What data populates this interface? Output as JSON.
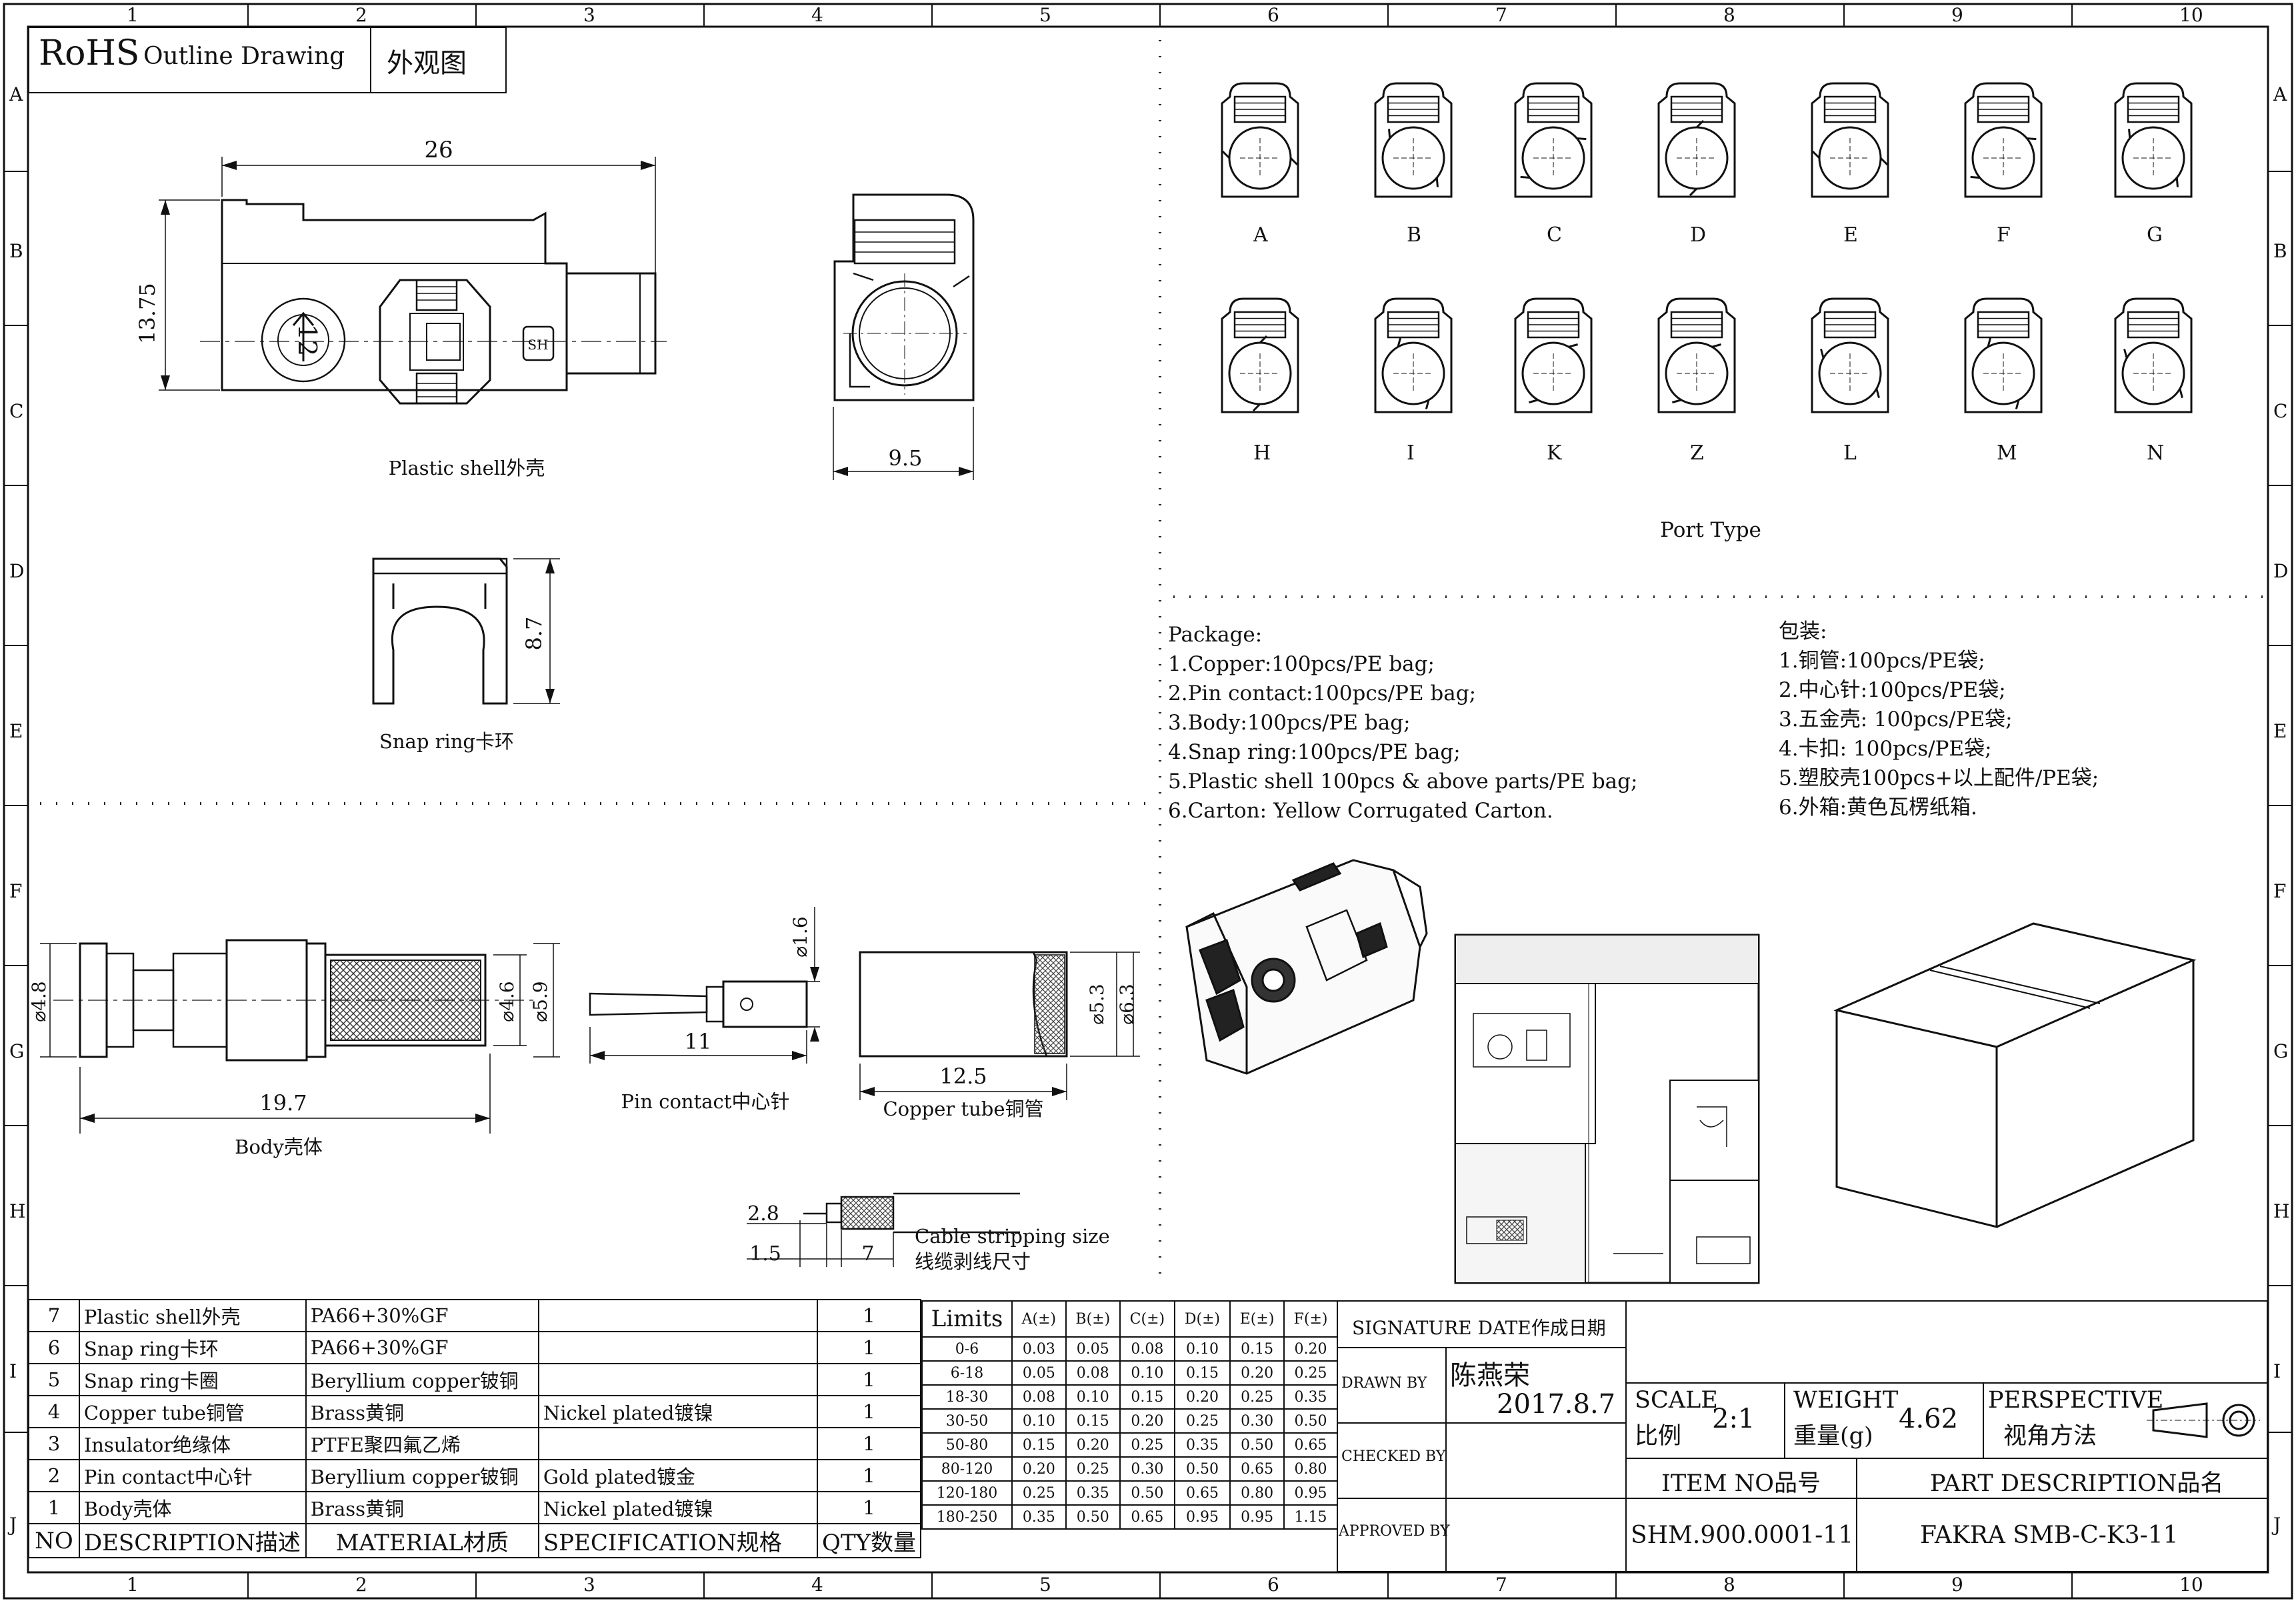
{
  "title_block": {
    "rohs": "RoHS",
    "outline": "Outline Drawing",
    "outline_cn": "外观图"
  },
  "grid": {
    "columns": [
      "1",
      "2",
      "3",
      "4",
      "5",
      "6",
      "7",
      "8",
      "9",
      "10"
    ],
    "rows": [
      "A",
      "B",
      "C",
      "D",
      "E",
      "F",
      "G",
      "H",
      "I",
      "J"
    ]
  },
  "views": {
    "plastic_shell_label": "Plastic shell外壳",
    "dim_26": "26",
    "dim_13_75": "13.75",
    "dim_9_5": "9.5",
    "snap_ring_label": "Snap ring卡环",
    "dim_8_7": "8.7",
    "body_label": "Body壳体",
    "dim_19_7": "19.7",
    "dim_4_8": "⌀4.8",
    "dim_4_6": "⌀4.6",
    "dim_5_9": "⌀5.9",
    "pin_label": "Pin contact中心针",
    "dim_11": "11",
    "dim_1_6": "⌀1.6",
    "tube_label": "Copper tube铜管",
    "dim_12_5": "12.5",
    "dim_5_3": "⌀5.3",
    "dim_6_3": "⌀6.3",
    "cable_label_en": "Cable stripping size",
    "cable_label_cn": "线缆剥线尺寸",
    "dim_2_8": "2.8",
    "dim_1_5": "1.5",
    "dim_7": "7",
    "sh_mark": "SH",
    "dial_numbers": "12"
  },
  "port_types": {
    "label": "Port Type",
    "row1": [
      "A",
      "B",
      "C",
      "D",
      "E",
      "F",
      "G"
    ],
    "row2": [
      "H",
      "I",
      "K",
      "Z",
      "L",
      "M",
      "N"
    ]
  },
  "package_en": {
    "heading": "Package:",
    "lines": [
      "1.Copper:100pcs/PE bag;",
      "2.Pin contact:100pcs/PE bag;",
      "3.Body:100pcs/PE bag;",
      "4.Snap ring:100pcs/PE bag;",
      "5.Plastic shell 100pcs & above parts/PE bag;",
      "6.Carton: Yellow Corrugated Carton."
    ]
  },
  "package_cn": {
    "heading": "包装:",
    "lines": [
      "1.铜管:100pcs/PE袋;",
      "2.中心针:100pcs/PE袋;",
      "3.五金壳: 100pcs/PE袋;",
      "4.卡扣: 100pcs/PE袋;",
      "5.塑胶壳100pcs+以上配件/PE袋;",
      "6.外箱:黄色瓦楞纸箱."
    ]
  },
  "bom": {
    "rows": [
      {
        "no": "7",
        "desc": "Plastic shell外壳",
        "material": "PA66+30%GF",
        "spec": "",
        "qty": "1"
      },
      {
        "no": "6",
        "desc": "Snap ring卡环",
        "material": "PA66+30%GF",
        "spec": "",
        "qty": "1"
      },
      {
        "no": "5",
        "desc": "Snap ring卡圈",
        "material": "Beryllium copper铍铜",
        "spec": "",
        "qty": "1"
      },
      {
        "no": "4",
        "desc": "Copper tube铜管",
        "material": "Brass黄铜",
        "spec": "Nickel plated镀镍",
        "qty": "1"
      },
      {
        "no": "3",
        "desc": "Insulator绝缘体",
        "material": "PTFE聚四氟乙烯",
        "spec": "",
        "qty": "1"
      },
      {
        "no": "2",
        "desc": "Pin contact中心针",
        "material": "Beryllium copper铍铜",
        "spec": "Gold plated镀金",
        "qty": "1"
      },
      {
        "no": "1",
        "desc": "Body壳体",
        "material": "Brass黄铜",
        "spec": "Nickel plated镀镍",
        "qty": "1"
      }
    ],
    "header": {
      "no": "NO",
      "desc": "DESCRIPTION描述",
      "material": "MATERIAL材质",
      "spec": "SPECIFICATION规格",
      "qty": "QTY数量"
    }
  },
  "limits": {
    "header": [
      "Limits",
      "A(±)",
      "B(±)",
      "C(±)",
      "D(±)",
      "E(±)",
      "F(±)"
    ],
    "rows": [
      [
        "0-6",
        "0.03",
        "0.05",
        "0.08",
        "0.10",
        "0.15",
        "0.20"
      ],
      [
        "6-18",
        "0.05",
        "0.08",
        "0.10",
        "0.15",
        "0.20",
        "0.25"
      ],
      [
        "18-30",
        "0.08",
        "0.10",
        "0.15",
        "0.20",
        "0.25",
        "0.35"
      ],
      [
        "30-50",
        "0.10",
        "0.15",
        "0.20",
        "0.25",
        "0.30",
        "0.50"
      ],
      [
        "50-80",
        "0.15",
        "0.20",
        "0.25",
        "0.35",
        "0.50",
        "0.65"
      ],
      [
        "80-120",
        "0.20",
        "0.25",
        "0.30",
        "0.50",
        "0.65",
        "0.80"
      ],
      [
        "120-180",
        "0.25",
        "0.35",
        "0.50",
        "0.65",
        "0.80",
        "0.95"
      ],
      [
        "180-250",
        "0.35",
        "0.50",
        "0.65",
        "0.95",
        "0.95",
        "1.15"
      ]
    ]
  },
  "signature": {
    "header": "SIGNATURE DATE作成日期",
    "drawn_by": "DRAWN BY",
    "drawer": "陈燕荣",
    "date": "2017.8.7",
    "checked_by": "CHECKED BY",
    "approved_by": "APPROVED BY"
  },
  "info": {
    "scale_label": "SCALE",
    "scale_cn": "比例",
    "scale": "2:1",
    "weight_label": "WEIGHT",
    "weight_cn": "重量(g)",
    "weight": "4.62",
    "perspective_label": "PERSPECTIVE",
    "perspective_cn": "视角方法",
    "item_no_label": "ITEM NO品号",
    "item_no": "SHM.900.0001-11",
    "part_desc_label": "PART DESCRIPTION品名",
    "part_desc": "FAKRA SMB-C-K3-11"
  }
}
